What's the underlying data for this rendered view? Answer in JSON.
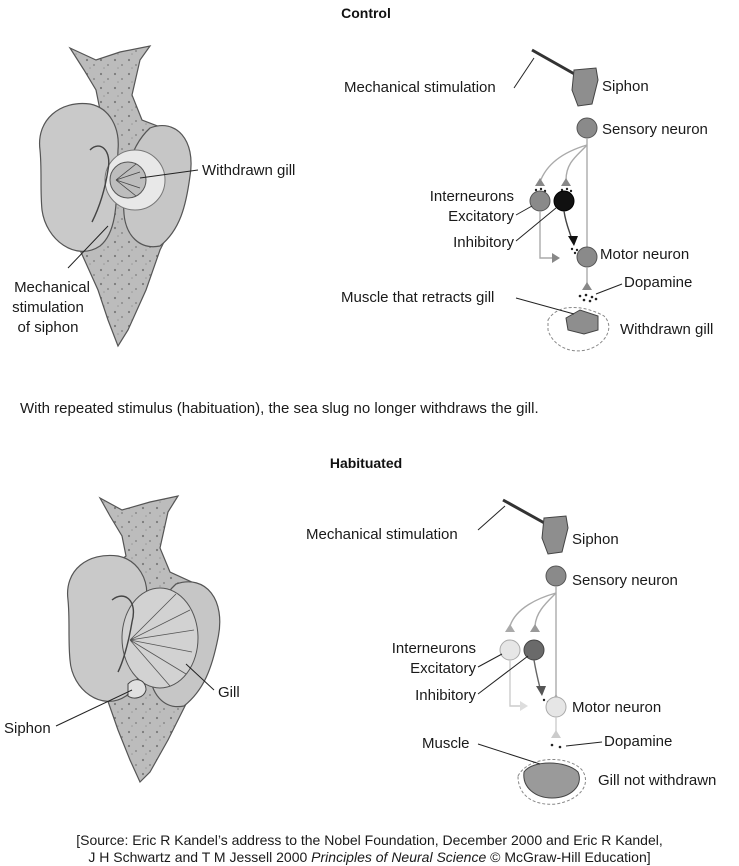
{
  "control": {
    "title": "Control",
    "slug_labels": {
      "withdrawn_gill": "Withdrawn gill",
      "mech_stim_line1": "Mechanical",
      "mech_stim_line2": "stimulation",
      "mech_stim_line3": "of siphon"
    },
    "circuit_labels": {
      "mechanical_stimulation": "Mechanical stimulation",
      "siphon": "Siphon",
      "sensory_neuron": "Sensory neuron",
      "interneurons": "Interneurons",
      "excitatory": "Excitatory",
      "inhibitory": "Inhibitory",
      "motor_neuron": "Motor neuron",
      "dopamine": "Dopamine",
      "muscle": "Muscle that retracts gill",
      "gill": "Withdrawn gill"
    }
  },
  "middle_text": "With repeated stimulus (habituation), the sea slug no longer withdraws the gill.",
  "habituated": {
    "title": "Habituated",
    "slug_labels": {
      "gill": "Gill",
      "siphon": "Siphon"
    },
    "circuit_labels": {
      "mechanical_stimulation": "Mechanical stimulation",
      "siphon": "Siphon",
      "sensory_neuron": "Sensory neuron",
      "interneurons": "Interneurons",
      "excitatory": "Excitatory",
      "inhibitory": "Inhibitory",
      "motor_neuron": "Motor neuron",
      "dopamine": "Dopamine",
      "muscle": "Muscle",
      "gill": "Gill not withdrawn"
    }
  },
  "source": {
    "line1": "[Source: Eric R Kandel’s address to the Nobel Foundation, December 2000 and Eric R Kandel,",
    "line2_pre": "J H Schwartz and T M Jessell 2000 ",
    "line2_italic": "Principles of Neural Science",
    "line2_post": " © McGraw-Hill Education]"
  }
}
